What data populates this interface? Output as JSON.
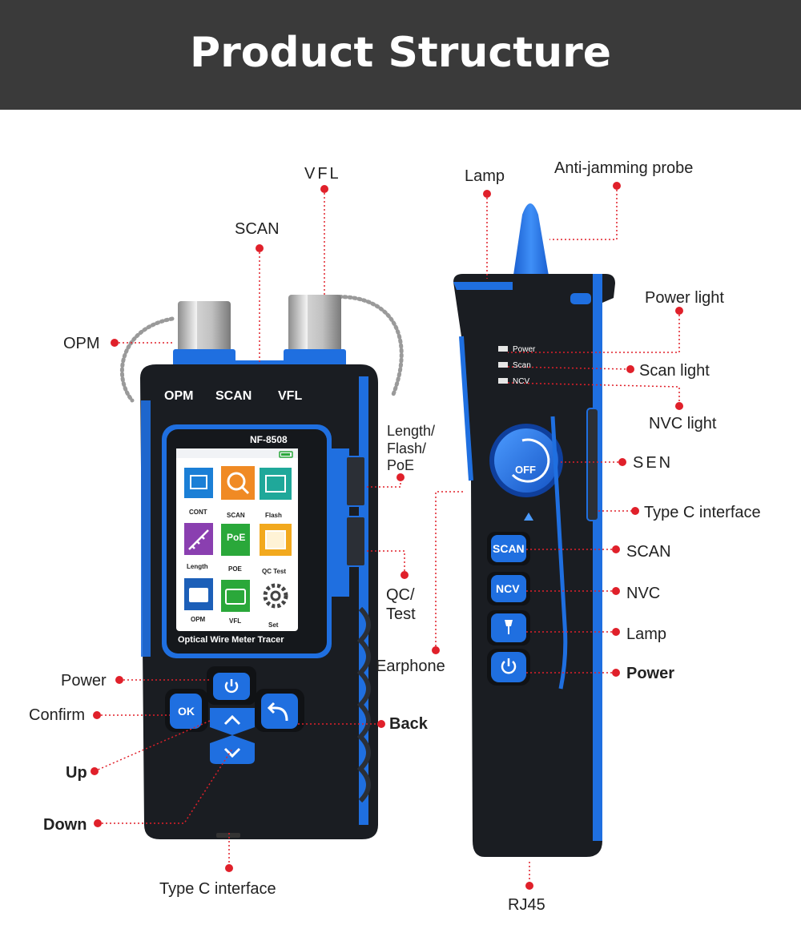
{
  "header": {
    "title": "Product Structure"
  },
  "device_main": {
    "port_labels": [
      "OPM",
      "SCAN",
      "VFL"
    ],
    "model": "NF-8508",
    "footer_text": "Optical Wire Meter Tracer",
    "apps": [
      {
        "label": "CONT",
        "icon": "network-port-icon",
        "color": "#1b7fd6"
      },
      {
        "label": "SCAN",
        "icon": "magnifier-icon",
        "color": "#f08a24"
      },
      {
        "label": "Flash",
        "icon": "flash-port-icon",
        "color": "#1fa89a"
      },
      {
        "label": "Length",
        "icon": "ruler-icon",
        "color": "#8a3fb0"
      },
      {
        "label": "POE",
        "icon": "poe-icon",
        "color": "#2aa83a"
      },
      {
        "label": "QC Test",
        "icon": "port-test-icon",
        "color": "#f2a91e"
      },
      {
        "label": "OPM",
        "icon": "opm-meter-icon",
        "color": "#1c5fb8"
      },
      {
        "label": "VFL",
        "icon": "vfl-icon",
        "color": "#2aa83a"
      },
      {
        "label": "Set",
        "icon": "gear-icon",
        "color": "#555555"
      }
    ],
    "poe_text": "PoE",
    "keys": {
      "power": "power-icon",
      "ok": "OK",
      "up": "chevron-up-icon",
      "down": "chevron-down-icon",
      "back": "back-arrow-icon"
    }
  },
  "device_probe": {
    "led_labels": [
      "Power",
      "Scan",
      "NCV"
    ],
    "knob_text": "OFF",
    "buttons": [
      "SCAN",
      "NCV"
    ],
    "lamp_icon": "flashlight-icon",
    "power_icon": "power-icon"
  },
  "callouts": {
    "vfl": "VFL",
    "scan_top": "SCAN",
    "opm": "OPM",
    "length_flash_poe": "Length/\nFlash/\nPoE",
    "qc_test": "QC/\nTest",
    "power": "Power",
    "confirm": "Confirm",
    "up": "Up",
    "down": "Down",
    "back": "Back",
    "type_c_main": "Type C interface",
    "lamp_top": "Lamp",
    "anti_jamming": "Anti-jamming probe",
    "power_light": "Power light",
    "scan_light": "Scan light",
    "nvc_light": "NVC light",
    "sen": "SEN",
    "type_c_probe": "Type C interface",
    "scan_side": "SCAN",
    "nvc": "NVC",
    "lamp_side": "Lamp",
    "power_side": "Power",
    "earphone": "Earphone",
    "rj45": "RJ45"
  },
  "colors": {
    "accent_blue": "#1f6fe0",
    "body_dark": "#1a1d22",
    "callout_red": "#e0202a",
    "header_bg": "#3a3a3a"
  }
}
